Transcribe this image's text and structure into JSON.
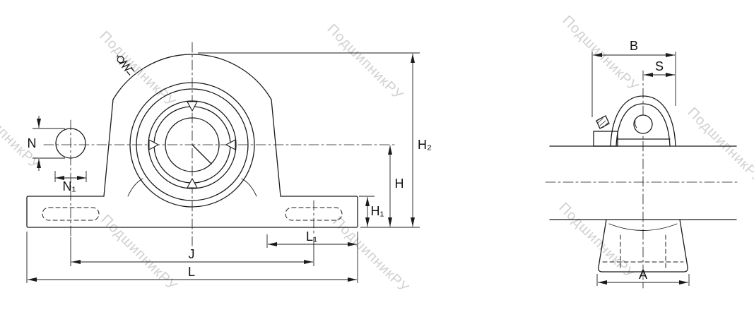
{
  "watermark": {
    "text": "ПодшипникРУ"
  },
  "labels": {
    "N": "N",
    "N1": "N₁",
    "H2": "H₂",
    "H": "H",
    "H1": "H₁",
    "L1": "L₁",
    "J": "J",
    "L": "L",
    "B": "B",
    "S": "S",
    "A": "A"
  }
}
